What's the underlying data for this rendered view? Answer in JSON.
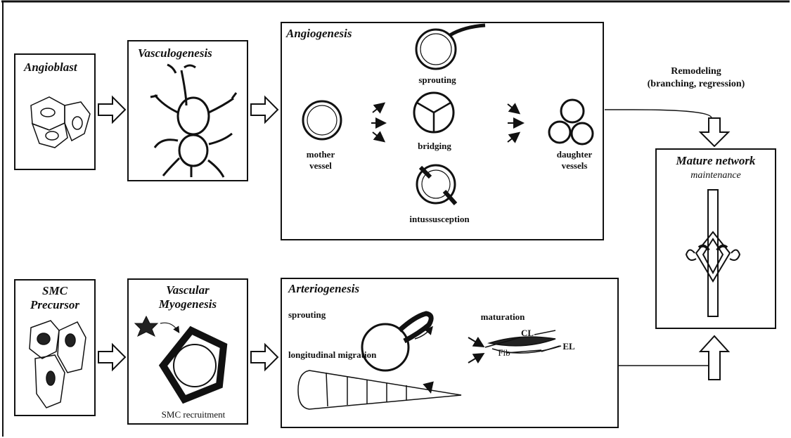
{
  "boxes": {
    "angioblast": {
      "title": "Angioblast"
    },
    "vasculogenesis": {
      "title": "Vasculogenesis"
    },
    "angiogenesis": {
      "title": "Angiogenesis",
      "sprouting": "sprouting",
      "mother_line1": "mother",
      "mother_line2": "vessel",
      "bridging": "bridging",
      "intussusception": "intussusception",
      "daughter_line1": "daughter",
      "daughter_line2": "vessels"
    },
    "mature": {
      "title_line1": "Mature network",
      "title_line2": "maintenance"
    },
    "smc_precursor": {
      "title_line1": "SMC",
      "title_line2": "Precursor"
    },
    "vascular_myogenesis": {
      "title_line1": "Vascular",
      "title_line2": "Myogenesis",
      "caption": "SMC recruitment"
    },
    "arteriogenesis": {
      "title": "Arteriogenesis",
      "sprouting": "sprouting",
      "longitudinal": "longitudinal migration",
      "maturation": "maturation",
      "cl": "CL",
      "el": "EL",
      "fib": "Fib"
    }
  },
  "remodeling": {
    "line1": "Remodeling",
    "line2": "(branching, regression)"
  }
}
